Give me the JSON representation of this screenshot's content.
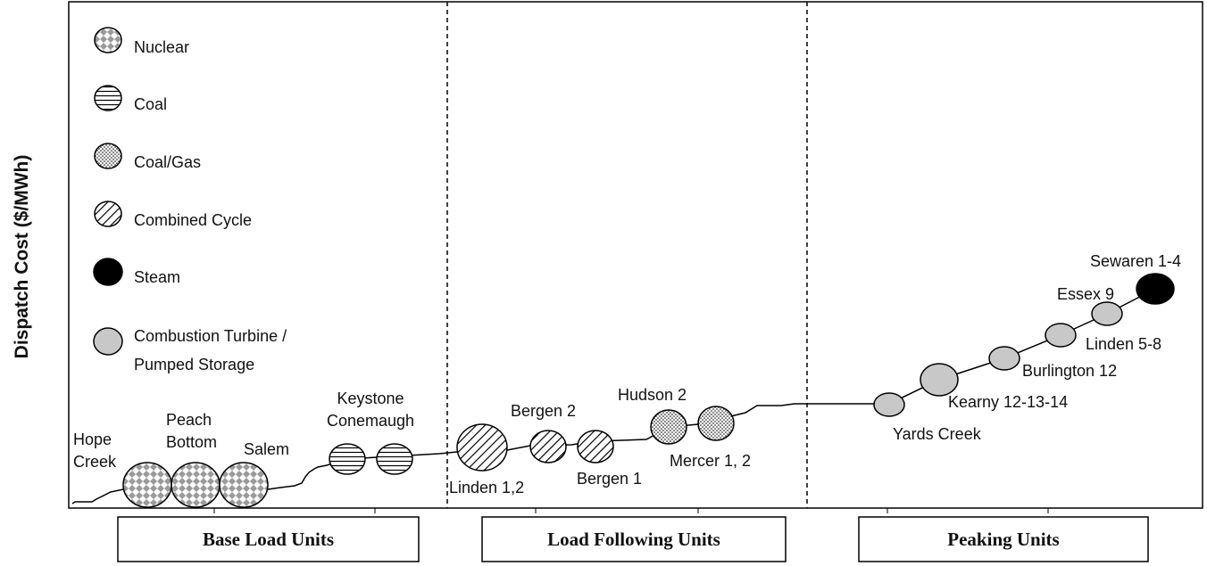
{
  "y_axis_label": "Dispatch Cost ($/MWh)",
  "legend": [
    {
      "key": "nuclear",
      "label": "Nuclear"
    },
    {
      "key": "coal",
      "label": "Coal"
    },
    {
      "key": "coalgas",
      "label": "Coal/Gas"
    },
    {
      "key": "combined",
      "label": "Combined Cycle"
    },
    {
      "key": "steam",
      "label": "Steam"
    },
    {
      "key": "ct",
      "label_line1": "Combustion Turbine /",
      "label_line2": "Pumped Storage"
    }
  ],
  "categories": [
    {
      "label": "Base Load Units"
    },
    {
      "label": "Load Following Units"
    },
    {
      "label": "Peaking Units"
    }
  ],
  "plants": [
    {
      "label_lines": [
        "Hope",
        "Creek"
      ]
    },
    {
      "label_lines": [
        "Peach",
        "Bottom"
      ]
    },
    {
      "label_lines": [
        "Salem"
      ]
    },
    {
      "label_lines": [
        "Keystone",
        "Conemaugh"
      ]
    },
    {
      "label_lines": [
        "Linden 1,2"
      ]
    },
    {
      "label_lines": [
        "Bergen 2"
      ]
    },
    {
      "label_lines": [
        "Bergen 1"
      ]
    },
    {
      "label_lines": [
        "Hudson 2"
      ]
    },
    {
      "label_lines": [
        "Mercer 1, 2"
      ]
    },
    {
      "label_lines": [
        "Yards Creek"
      ]
    },
    {
      "label_lines": [
        "Kearny 12-13-14"
      ]
    },
    {
      "label_lines": [
        "Burlington  12"
      ]
    },
    {
      "label_lines": [
        "Linden 5-8"
      ]
    },
    {
      "label_lines": [
        "Essex 9"
      ]
    },
    {
      "label_lines": [
        "Sewaren 1-4"
      ]
    }
  ],
  "colors": {
    "ct_fill": "#c8c8c8",
    "steam_fill": "#000000",
    "line": "#000000"
  }
}
